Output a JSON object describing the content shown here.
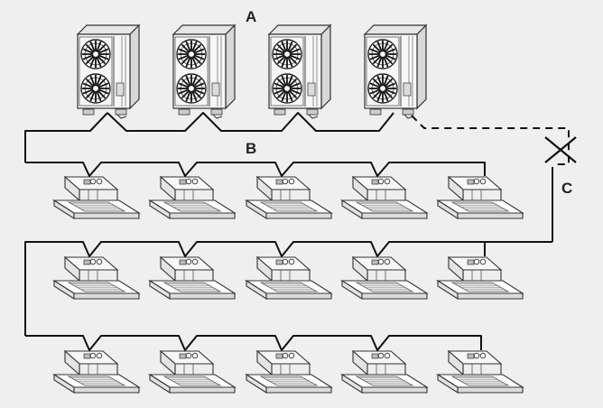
{
  "labels": {
    "a": "A",
    "b": "B",
    "c": "C"
  },
  "diagram": {
    "outdoor_unit_count": 4,
    "indoor_unit_rows": 3,
    "indoor_units_per_row": 5,
    "broken_link_marker": "x-mark",
    "colors": {
      "background": "#efefef",
      "line": "#111111",
      "unit_body": "#f7f7f7",
      "unit_outline": "#333333"
    }
  }
}
